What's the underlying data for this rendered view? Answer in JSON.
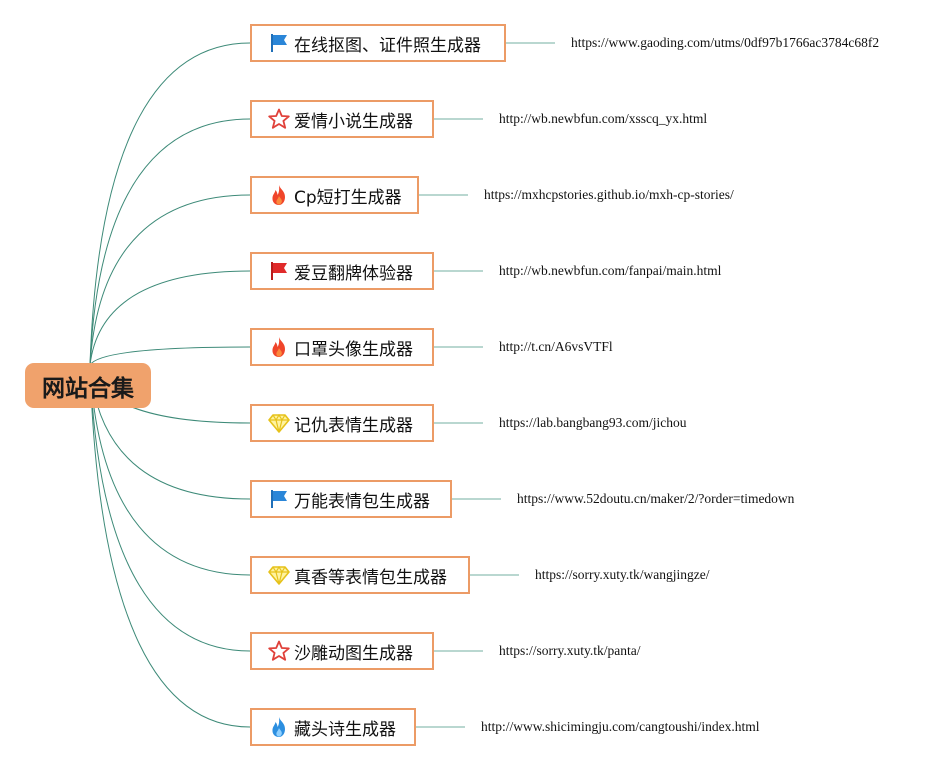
{
  "root": {
    "label": "网站合集"
  },
  "colors": {
    "connector": "#3d8a78",
    "branch_border": "#ec9b66",
    "root_fill": "#f0a26c"
  },
  "branches": [
    {
      "label": "在线抠图、证件照生成器",
      "icon": "blue-flag-icon",
      "url": "https://www.gaoding.com/utms/0df97b1766ac3784c68f2"
    },
    {
      "label": "爱情小说生成器",
      "icon": "red-star-icon",
      "url": "http://wb.newbfun.com/xsscq_yx.html"
    },
    {
      "label": "Cp短打生成器",
      "icon": "red-fire-icon",
      "url": "https://mxhcpstories.github.io/mxh-cp-stories/"
    },
    {
      "label": "爱豆翻牌体验器",
      "icon": "red-flag-icon",
      "url": "http://wb.newbfun.com/fanpai/main.html"
    },
    {
      "label": "口罩头像生成器",
      "icon": "red-fire-icon",
      "url": "http://t.cn/A6vsVTFl"
    },
    {
      "label": "记仇表情生成器",
      "icon": "yellow-diamond-icon",
      "url": "https://lab.bangbang93.com/jichou"
    },
    {
      "label": "万能表情包生成器",
      "icon": "blue-flag-icon",
      "url": "https://www.52doutu.cn/maker/2/?order=timedown"
    },
    {
      "label": "真香等表情包生成器",
      "icon": "yellow-diamond-icon",
      "url": "https://sorry.xuty.tk/wangjingze/"
    },
    {
      "label": "沙雕动图生成器",
      "icon": "red-star-icon",
      "url": "https://sorry.xuty.tk/panta/"
    },
    {
      "label": "藏头诗生成器",
      "icon": "blue-fire-icon",
      "url": "http://www.shicimingju.com/cangtoushi/index.html"
    }
  ]
}
